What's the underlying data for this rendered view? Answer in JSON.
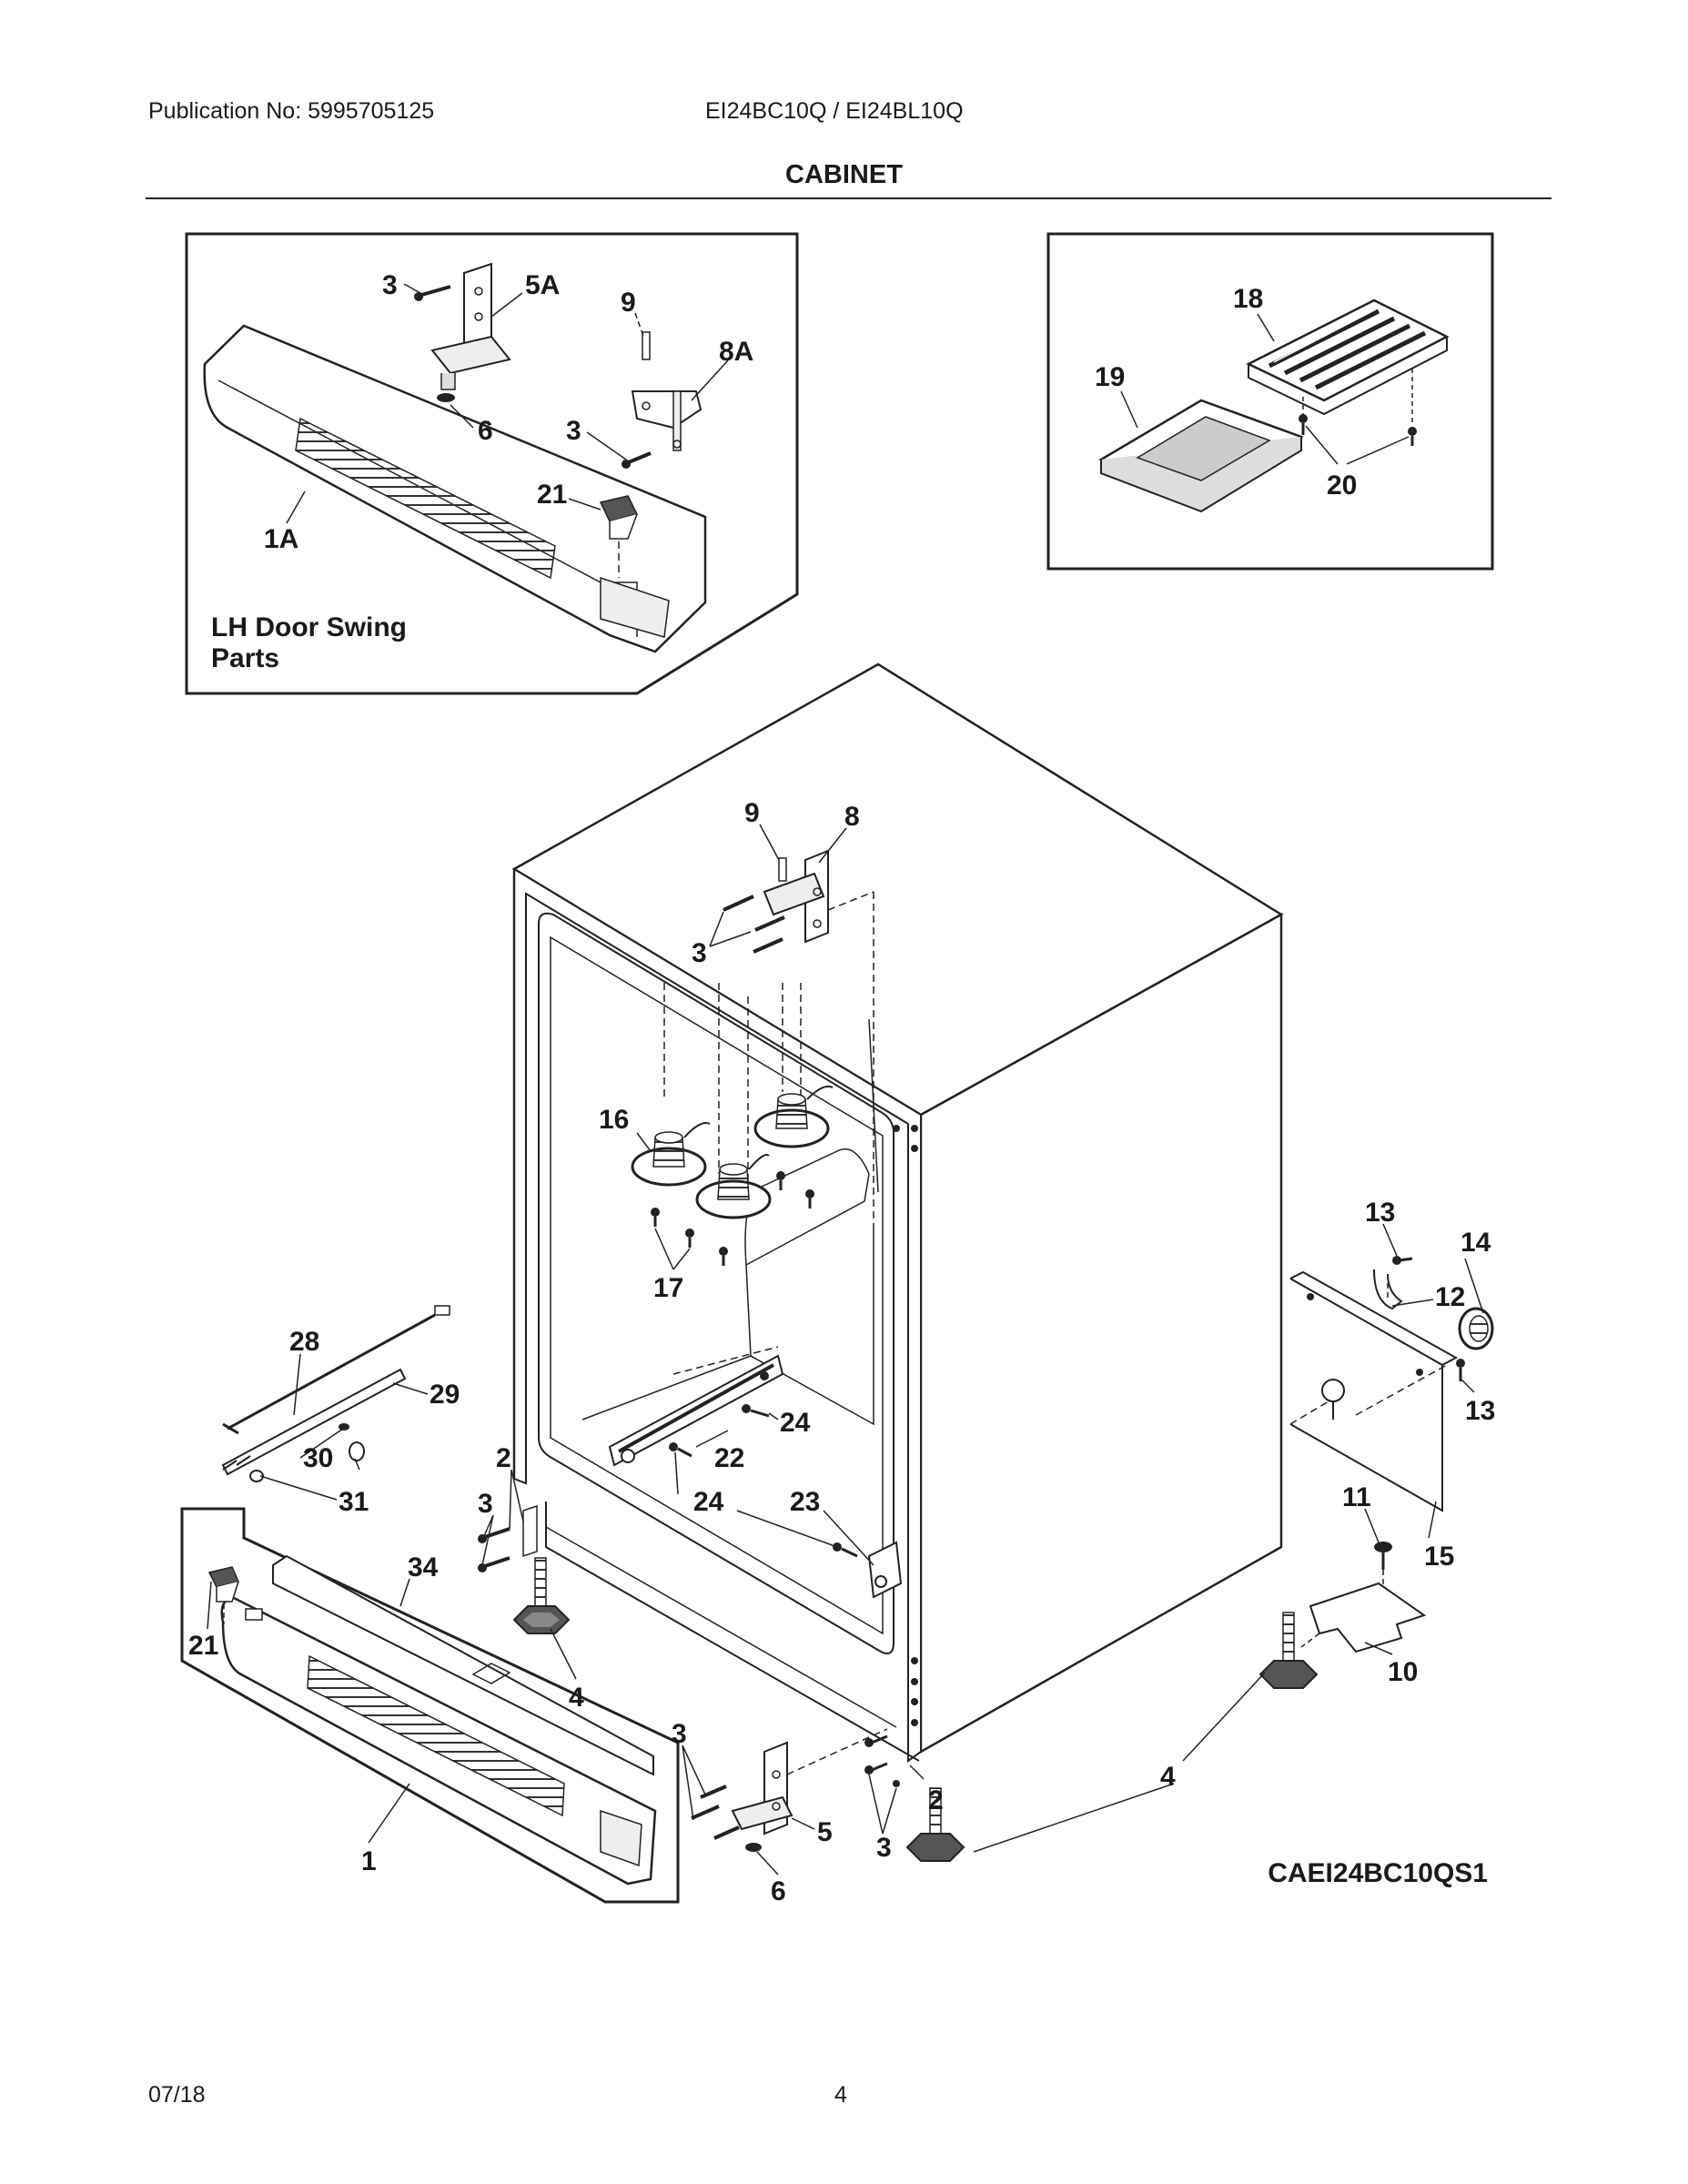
{
  "header": {
    "publication": "Publication No: 5995705125",
    "model": "EI24BC10Q / EI24BL10Q",
    "section_title": "CABINET"
  },
  "inset_lh": {
    "caption_line1": "LH Door Swing",
    "caption_line2": "Parts",
    "labels": {
      "a": "3",
      "b": "5A",
      "c": "9",
      "d": "8A",
      "e": "6",
      "f": "3",
      "g": "21",
      "h": "1A"
    }
  },
  "inset_shelf": {
    "labels": {
      "a": "18",
      "b": "19",
      "c": "20"
    }
  },
  "main": {
    "labels": {
      "l9": "9",
      "l8": "8",
      "l3top": "3",
      "l16": "16",
      "l17": "17",
      "l13a": "13",
      "l14": "14",
      "l12": "12",
      "l13b": "13",
      "l15": "15",
      "l11": "11",
      "l10": "10",
      "l28": "28",
      "l29": "29",
      "l30": "30",
      "l31": "31",
      "l2left": "2",
      "l3left": "3",
      "l24a": "24",
      "l22": "22",
      "l24b": "24",
      "l23": "23",
      "l34": "34",
      "l21": "21",
      "l4left": "4",
      "l1": "1",
      "l3bot": "3",
      "l5": "5",
      "l6": "6",
      "l3botr": "3",
      "l2bot": "2",
      "l4right": "4"
    },
    "code": "CAEI24BC10QS1"
  },
  "footer": {
    "date": "07/18",
    "page": "4"
  }
}
